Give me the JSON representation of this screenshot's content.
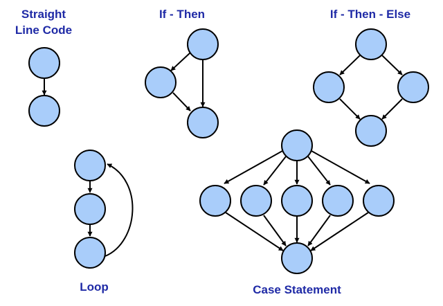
{
  "colors": {
    "node_fill": "#a9cdfa",
    "node_stroke": "#000000",
    "edge": "#000000",
    "label": "#1f2aa6"
  },
  "labels": {
    "straight_line_1": "Straight",
    "straight_line_2": "Line Code",
    "if_then": "If - Then",
    "if_then_else": "If - Then - Else",
    "loop": "Loop",
    "case_statement": "Case Statement"
  }
}
